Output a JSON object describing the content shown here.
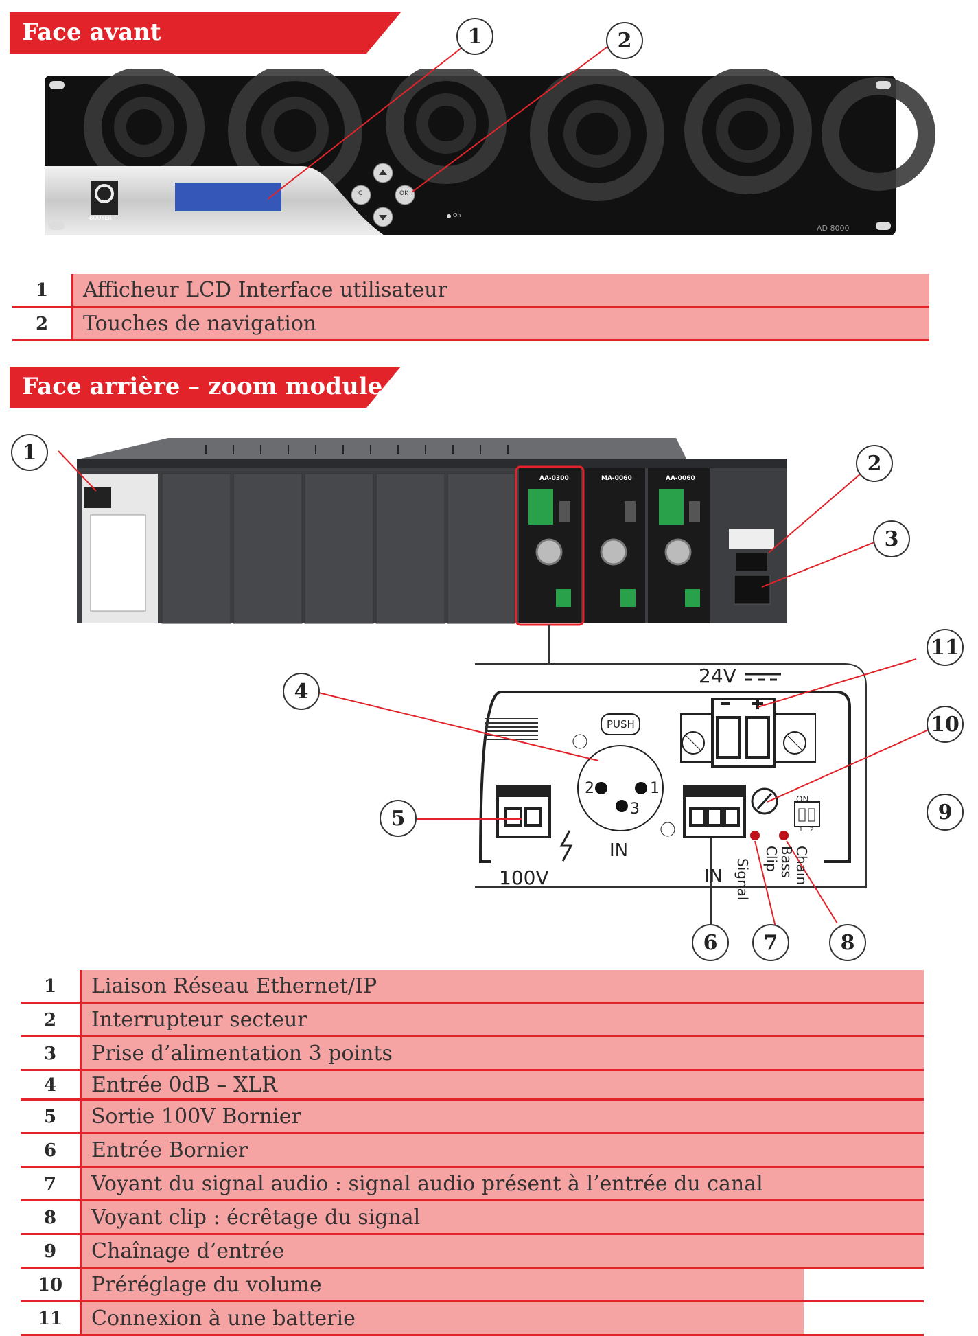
{
  "front": {
    "title": "Face avant",
    "brand": "BOUYER",
    "model": "AD 8000",
    "btn_c": "C",
    "btn_ok": "OK",
    "on_label": "On",
    "callouts": [
      "1",
      "2"
    ],
    "legend": [
      {
        "num": "1",
        "text": "Afficheur LCD Interface utilisateur"
      },
      {
        "num": "2",
        "text": "Touches de navigation"
      }
    ]
  },
  "rear": {
    "title": "Face arrière – zoom module",
    "modules": [
      "AA-0300",
      "MA-0060",
      "AA-0060"
    ],
    "module_labels": {
      "v24": "24V",
      "push": "PUSH",
      "v100": "100V",
      "in_xlr": "IN",
      "in_terminal": "IN",
      "signal": "Signal",
      "clip": "Clip",
      "chain": "Chain",
      "bass": "Bass",
      "on": "ON",
      "dip_1": "1",
      "dip_2": "2",
      "pin_2": "2",
      "pin_1": "1",
      "pin_3": "3"
    },
    "callouts": [
      "1",
      "2",
      "3",
      "4",
      "5",
      "6",
      "7",
      "8",
      "9",
      "10",
      "11"
    ],
    "legend": [
      {
        "num": "1",
        "text": "Liaison Réseau Ethernet/IP"
      },
      {
        "num": "2",
        "text": "Interrupteur secteur"
      },
      {
        "num": "3",
        "text": "Prise d’alimentation 3 points"
      },
      {
        "num": "4",
        "text": "Entrée 0dB – XLR"
      },
      {
        "num": "5",
        "text": "Sortie 100V Bornier"
      },
      {
        "num": "6",
        "text": "Entrée Bornier"
      },
      {
        "num": "7",
        "text": "Voyant du signal audio : signal audio présent à l’entrée du canal"
      },
      {
        "num": "8",
        "text": "Voyant clip : écrêtage du signal"
      },
      {
        "num": "9",
        "text": "Chaînage d’entrée"
      },
      {
        "num": "10",
        "text": "Préréglage du volume"
      },
      {
        "num": "11",
        "text": "Connexion à une batterie"
      }
    ]
  },
  "colors": {
    "accent_red": "#e2232a",
    "row_pink": "#f5a3a3",
    "lcd_blue": "#3558b8"
  }
}
